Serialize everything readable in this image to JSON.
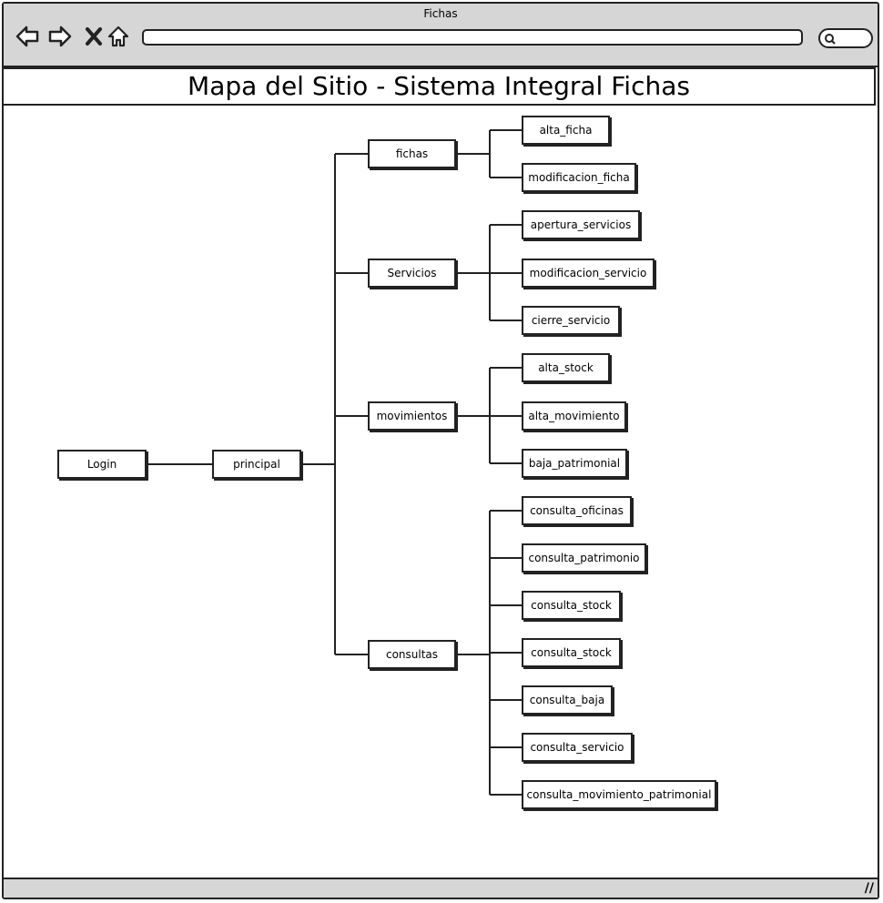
{
  "window": {
    "title": "Fichas"
  },
  "page": {
    "title": "Mapa del Sitio - Sistema Integral Fichas"
  },
  "sitemap": {
    "root": "Login",
    "principal": "principal",
    "sections": [
      {
        "label": "fichas",
        "children": [
          "alta_ficha",
          "modificacion_ficha"
        ]
      },
      {
        "label": "Servicios",
        "children": [
          "apertura_servicios",
          "modificacion_servicio",
          "cierre_servicio"
        ]
      },
      {
        "label": "movimientos",
        "children": [
          "alta_stock",
          "alta_movimiento",
          "baja_patrimonial"
        ]
      },
      {
        "label": "consultas",
        "children": [
          "consulta_oficinas",
          "consulta_patrimonio",
          "consulta_stock",
          "consulta_stock",
          "consulta_baja",
          "consulta_servicio",
          "consulta_movimiento_patrimonial"
        ]
      }
    ]
  }
}
